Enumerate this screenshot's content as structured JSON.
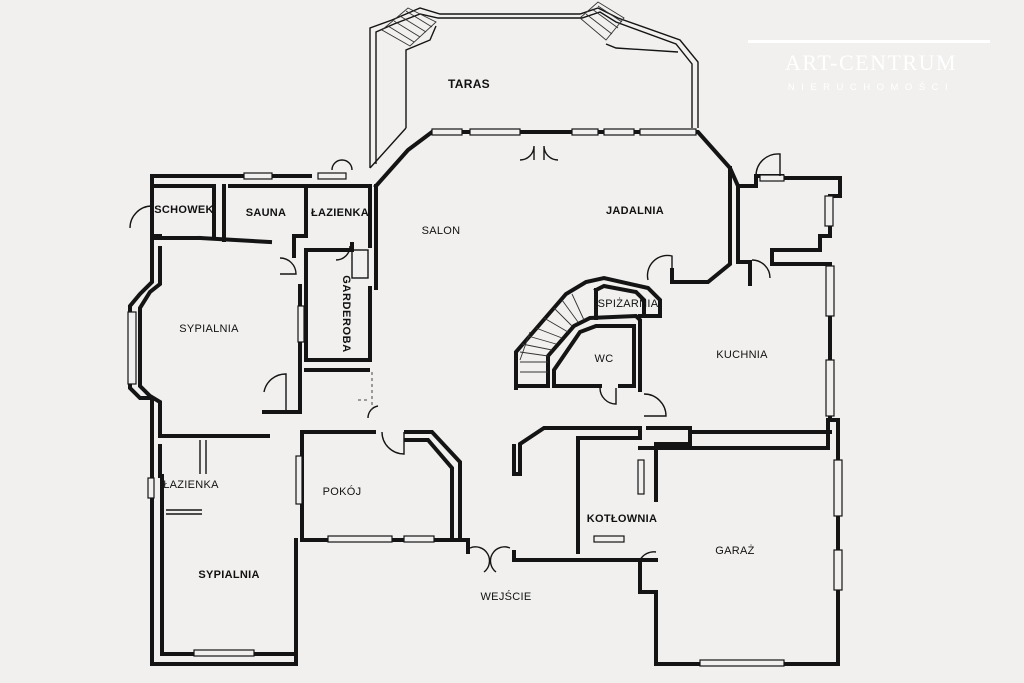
{
  "logo": {
    "name": "ART-CENTRUM",
    "subtitle": "NIERUCHOMOŚCI"
  },
  "rooms": {
    "taras": "TARAS",
    "schowek": "SCHOWEK",
    "sauna": "SAUNA",
    "lazienka_top": "ŁAZIENKA",
    "salon": "SALON",
    "jadalnia": "JADALNIA",
    "garderoba": "GARDEROBA",
    "sypialnia_top": "SYPIALNIA",
    "spizarnia": "SPIŻARNIA",
    "wc": "WC",
    "kuchnia": "KUCHNIA",
    "lazienka_bottom": "ŁAZIENKA",
    "pokoj": "POKÓJ",
    "kotlownia": "KOTŁOWNIA",
    "sypialnia_bottom": "SYPIALNIA",
    "garaz": "GARAŻ",
    "wejscie": "WEJŚCIE"
  }
}
